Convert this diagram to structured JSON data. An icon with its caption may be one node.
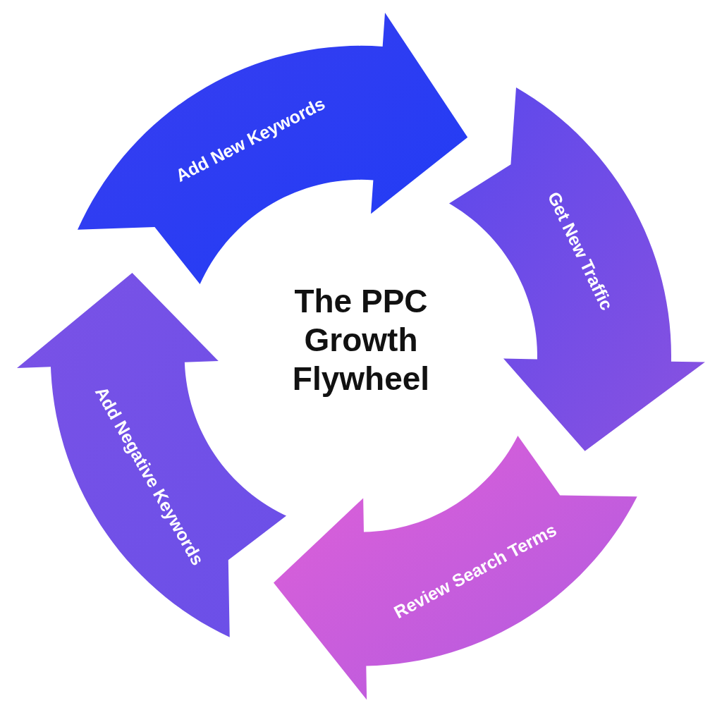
{
  "diagram": {
    "title": "The PPC Growth Flywheel",
    "nodes": [
      {
        "text": [
          "Add New Keywords"
        ]
      },
      {
        "text": [
          "Get New Traffic"
        ]
      },
      {
        "text": [
          "Review Search Terms"
        ]
      },
      {
        "text": [
          "Add Negative Keywords"
        ]
      }
    ]
  }
}
